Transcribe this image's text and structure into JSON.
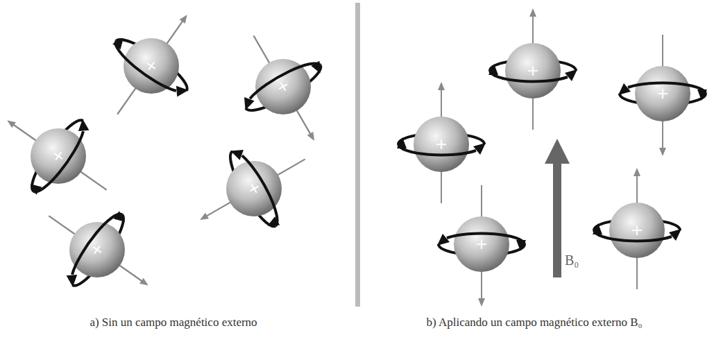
{
  "diagram": {
    "labels": [
      "a) Sin un campo magnético externo",
      "b) Aplicando un campo magnético externo B₀",
      "B₀",
      "+",
      "+",
      "+",
      "+",
      "+",
      "+",
      "+",
      "+",
      "+",
      "+"
    ]
  }
}
